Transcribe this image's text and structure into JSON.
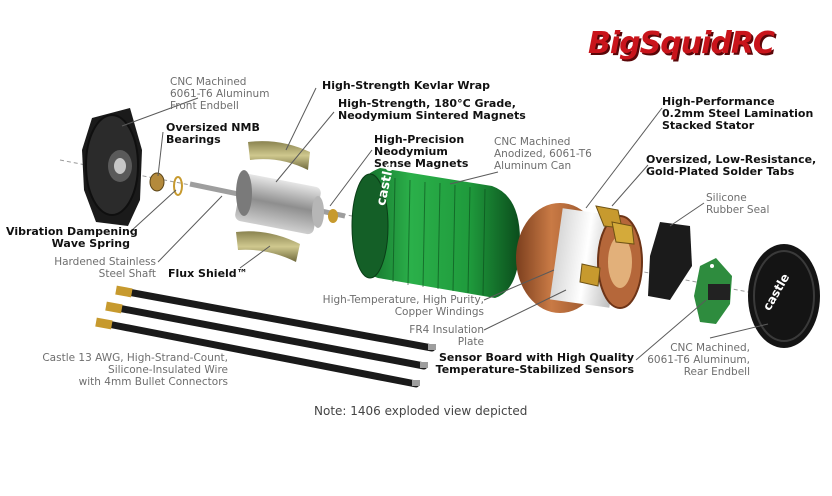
{
  "logo": {
    "text": "BigSquidRC",
    "color": "#c9141b"
  },
  "colors": {
    "can_green": "#1f9a3c",
    "stator_copper": "#b5673a",
    "brass": "#c79a2e",
    "label_gray": "#6e6e6e",
    "label_bold": "#111111"
  },
  "labels": {
    "front_endbell": [
      "CNC Machined",
      "6061-T6 Aluminum",
      "Front Endbell"
    ],
    "kevlar_wrap": [
      "High-Strength Kevlar Wrap"
    ],
    "sintered_magnets": [
      "High-Strength, 180°C Grade,",
      "Neodymium Sintered Magnets"
    ],
    "nmb_bearings": [
      "Oversized NMB",
      "Bearings"
    ],
    "sense_magnets": [
      "High-Precision",
      "Neodymium",
      "Sense Magnets"
    ],
    "aluminum_can": [
      "CNC Machined",
      "Anodized, 6061-T6",
      "Aluminum Can"
    ],
    "stator": [
      "High-Performance",
      "0.2mm Steel Lamination",
      "Stacked Stator"
    ],
    "solder_tabs": [
      "Oversized, Low-Resistance,",
      "Gold-Plated Solder Tabs"
    ],
    "rubber_seal": [
      "Silicone",
      "Rubber Seal"
    ],
    "wave_spring": [
      "Vibration Dampening",
      "Wave Spring"
    ],
    "shaft": [
      "Hardened Stainless",
      "Steel Shaft"
    ],
    "flux_shield": [
      "Flux Shield™"
    ],
    "windings": [
      "High-Temperature, High Purity,",
      "Copper Windings"
    ],
    "insulation_plate": [
      "FR4 Insulation",
      "Plate"
    ],
    "sensor_board": [
      "Sensor Board with High Quality",
      "Temperature-Stabilized Sensors"
    ],
    "wire": [
      "Castle 13 AWG, High-Strand-Count,",
      "Silicone-Insulated Wire",
      "with 4mm Bullet Connectors"
    ],
    "rear_endbell": [
      "CNC Machined,",
      "6061-T6 Aluminum,",
      "Rear Endbell"
    ]
  },
  "can_brand": "castle",
  "endcap_brand": "castle",
  "note": "Note: 1406 exploded view depicted"
}
